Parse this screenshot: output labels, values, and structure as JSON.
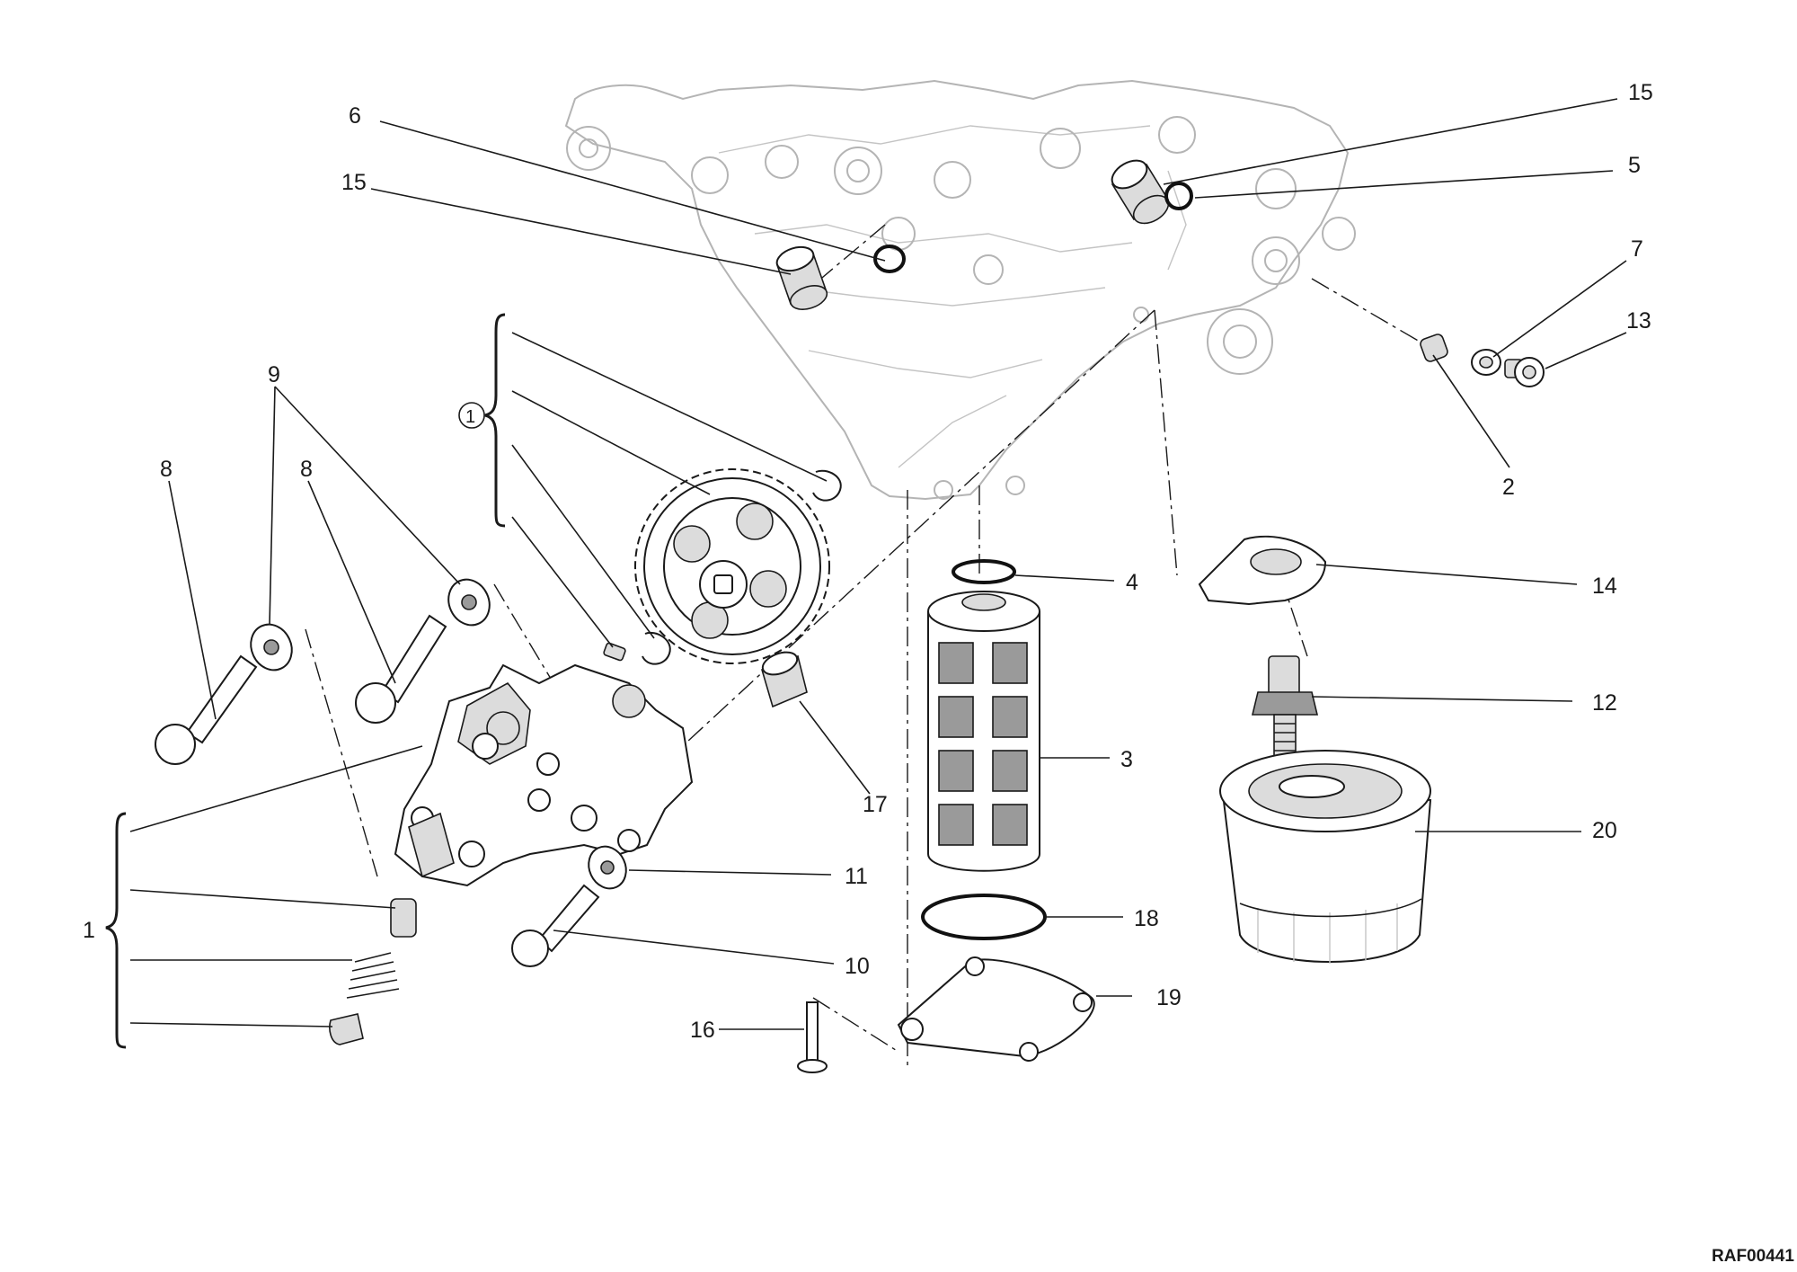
{
  "diagram": {
    "ref_code": "RAF00441",
    "group_marker": "1",
    "callouts": [
      "1",
      "2",
      "3",
      "4",
      "5",
      "6",
      "7",
      "8",
      "8",
      "9",
      "10",
      "11",
      "12",
      "13",
      "14",
      "15",
      "15",
      "16",
      "17",
      "18",
      "19",
      "20"
    ]
  }
}
